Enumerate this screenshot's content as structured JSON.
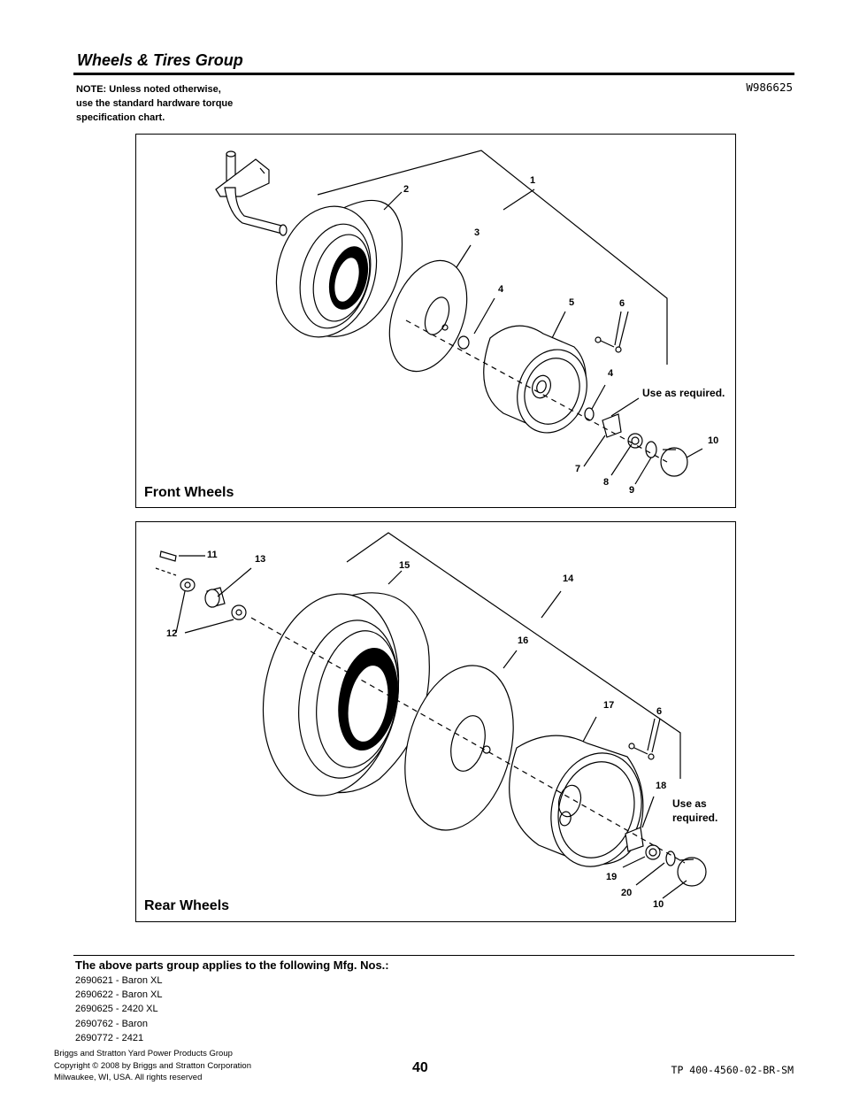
{
  "header": {
    "title": "Wheels & Tires Group",
    "note_lines": [
      "NOTE: Unless noted otherwise,",
      "use the standard hardware torque",
      "specification chart."
    ],
    "doc_id": "W986625"
  },
  "front_panel": {
    "title": "Front Wheels",
    "callouts": [
      "1",
      "2",
      "3",
      "4",
      "5",
      "6",
      "4",
      "7",
      "8",
      "9",
      "10"
    ],
    "use_as_required": "Use as required."
  },
  "rear_panel": {
    "title": "Rear Wheels",
    "callouts": [
      "11",
      "13",
      "15",
      "14",
      "12",
      "16",
      "17",
      "6",
      "18",
      "19",
      "20",
      "10"
    ],
    "use_as_required": [
      "Use as",
      "required."
    ]
  },
  "footer": {
    "applies_heading": "The above parts group applies to the following Mfg. Nos.:",
    "mfg_numbers": [
      "2690621 - Baron XL",
      "2690622 - Baron XL",
      "2690625 - 2420 XL",
      "2690762 - Baron",
      "2690772 - 2421"
    ],
    "company_lines": [
      "Briggs and Stratton Yard Power Products Group",
      "Copyright ©  2008 by Briggs and Stratton Corporation",
      "Milwaukee, WI, USA. All rights reserved"
    ],
    "page_number": "40",
    "doc_number": "TP 400-4560-02-BR-SM"
  }
}
